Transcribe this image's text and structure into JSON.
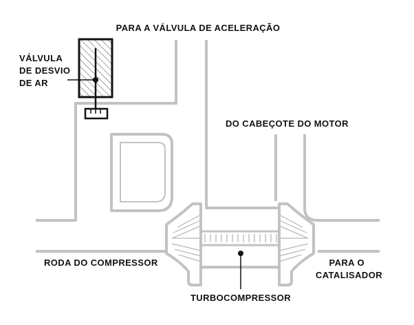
{
  "labels": {
    "throttle": "PARA A VÁLVULA DE ACELERAÇÃO",
    "bypass_line1": "VÁLVULA",
    "bypass_line2": "DE DESVIO",
    "bypass_line3": "DE AR",
    "cylinder_head": "DO CABEÇOTE DO MOTOR",
    "compressor_wheel": "RODA DO COMPRESSOR",
    "catalyst_line1": "PARA O",
    "catalyst_line2": "CATALISADOR",
    "turbo": "TURBOCOMPRESSOR"
  },
  "colors": {
    "pipe": "#c2c2c2",
    "ink": "#111111",
    "hatch": "#444444"
  }
}
